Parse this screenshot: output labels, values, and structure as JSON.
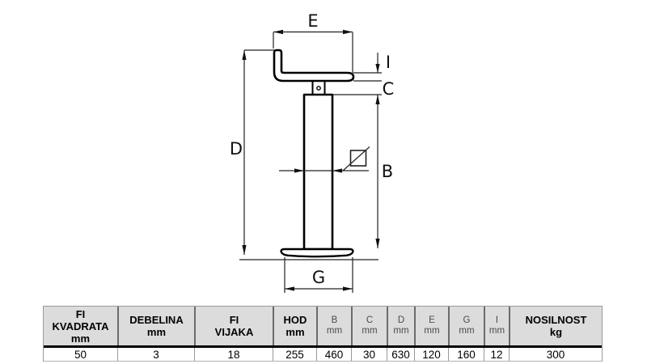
{
  "drawing": {
    "dimension_labels": {
      "e": "E",
      "i": "I",
      "c": "C",
      "d": "D",
      "b": "B",
      "g": "G"
    },
    "symbols": {
      "square_section": "square-with-diagonal-slash (square cross-section symbol)"
    },
    "line_color": "#111111"
  },
  "table": {
    "header_bg": "#dcdcdc",
    "grid_color": "#6b6b6b",
    "columns": [
      {
        "header": "FI\nKVADRATA\nmm",
        "value": "50",
        "emphasis": true
      },
      {
        "header": "DEBELINA\nmm",
        "value": "3",
        "emphasis": true
      },
      {
        "header": "FI\nVIJAKA",
        "value": "18",
        "emphasis": true
      },
      {
        "header": "HOD\nmm",
        "value": "255",
        "emphasis": true
      },
      {
        "header": "B\nmm",
        "value": "460",
        "emphasis": false
      },
      {
        "header": "C\nmm",
        "value": "30",
        "emphasis": false
      },
      {
        "header": "D\nmm",
        "value": "630",
        "emphasis": false
      },
      {
        "header": "E\nmm",
        "value": "120",
        "emphasis": false
      },
      {
        "header": "G\nmm",
        "value": "160",
        "emphasis": false
      },
      {
        "header": "I\nmm",
        "value": "12",
        "emphasis": false
      },
      {
        "header": "NOSILNOST\nkg",
        "value": "300",
        "emphasis": true
      }
    ]
  }
}
